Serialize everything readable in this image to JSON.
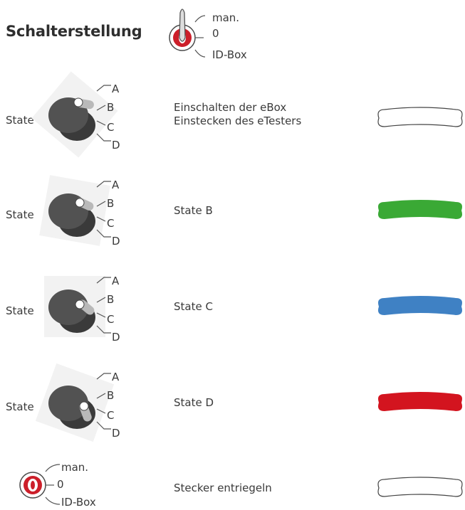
{
  "title": "Schalterstellung",
  "legend_positions": [
    "man.",
    "0",
    "ID-Box"
  ],
  "rows": [
    {
      "state_label": "State",
      "positions": [
        "A",
        "B",
        "C",
        "D"
      ],
      "description": [
        "Einschalten der eBox",
        "Einstecken des eTesters"
      ],
      "led_color": "#ffffff",
      "led_state": "off"
    },
    {
      "state_label": "State",
      "positions": [
        "A",
        "B",
        "C",
        "D"
      ],
      "description": [
        "State B"
      ],
      "led_color": "#3aa935",
      "led_state": "green"
    },
    {
      "state_label": "State",
      "positions": [
        "A",
        "B",
        "C",
        "D"
      ],
      "description": [
        "State C"
      ],
      "led_color": "#3f81c4",
      "led_state": "blue"
    },
    {
      "state_label": "State",
      "positions": [
        "A",
        "B",
        "C",
        "D"
      ],
      "description": [
        "State D"
      ],
      "led_color": "#d3141f",
      "led_state": "red"
    }
  ],
  "unlock_row": {
    "positions": [
      "man.",
      "0",
      "ID-Box"
    ],
    "description": "Stecker entriegeln",
    "led_color": "#ffffff",
    "led_state": "off"
  },
  "colors": {
    "switch_red": "#cc1f2a",
    "knob_dark": "#4a4a4a"
  }
}
